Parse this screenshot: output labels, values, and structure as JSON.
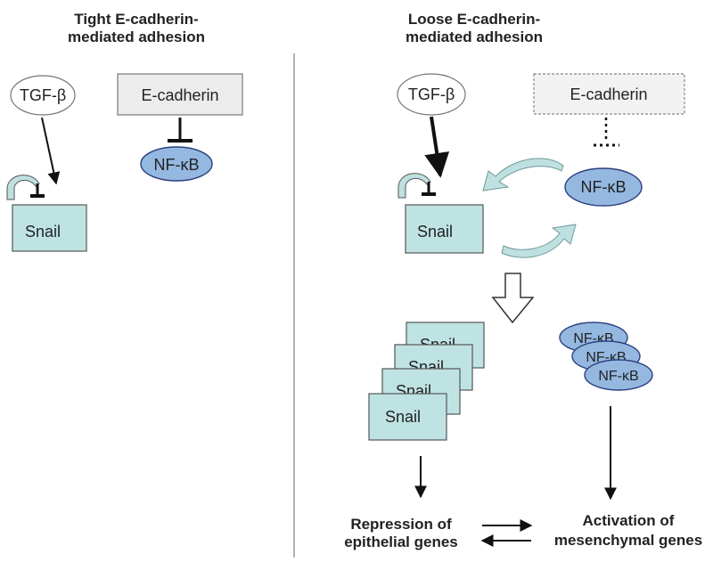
{
  "left_panel": {
    "title_line1": "Tight E-cadherin-",
    "title_line2": "mediated adhesion",
    "tgf_label": "TGF-β",
    "ecadherin_label": "E-cadherin",
    "nfkb_label": "NF-κB",
    "snail_label": "Snail"
  },
  "right_panel": {
    "title_line1": "Loose E-cadherin-",
    "title_line2": "mediated adhesion",
    "tgf_label": "TGF-β",
    "ecadherin_label": "E-cadherin",
    "nfkb_label": "NF-κB",
    "snail_label": "Snail",
    "snail_stack": [
      "Snail",
      "Snail",
      "Snail",
      "Snail"
    ],
    "nfkb_stack": [
      "NF-κB",
      "NF-κB",
      "NF-κB"
    ],
    "repression_line1": "Repression of",
    "repression_line2": "epithelial genes",
    "activation_line1": "Activation of",
    "activation_line2": "mesenchymal genes"
  },
  "colors": {
    "snail_fill": "#bfe3e3",
    "nfkb_fill": "#94b8e0",
    "ecadherin_fill": "#ececec",
    "curved_arrow_fill": "#bfe0e0"
  }
}
